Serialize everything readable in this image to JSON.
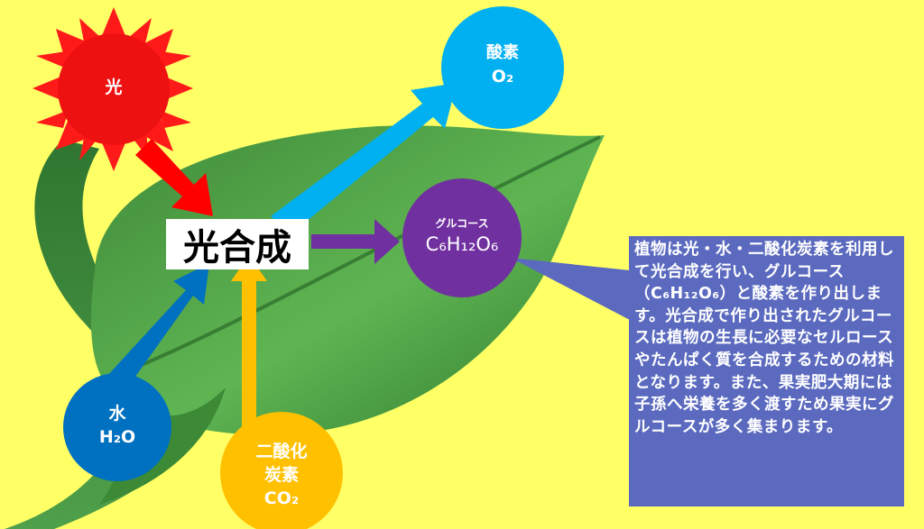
{
  "center": {
    "label": "光合成"
  },
  "sun": {
    "label": "光",
    "color": "#ee1111"
  },
  "oxygen": {
    "name": "酸素",
    "formula": "O₂",
    "color": "#00b0f0"
  },
  "glucose": {
    "name": "グルコース",
    "formula": "C₆H₁₂O₆",
    "color": "#7030a0"
  },
  "water": {
    "name": "水",
    "formula": "H₂O",
    "color": "#0070c0"
  },
  "co2": {
    "name_line1": "二酸化",
    "name_line2": "炭素",
    "formula": "CO₂",
    "color": "#ffc000"
  },
  "callout": {
    "text": "植物は光・水・二酸化炭素を利用して光合成を行い、グルコース（C₆H₁₂O₆）と酸素を作り出します。光合成で作り出されたグルコースは植物の生長に必要なセルロースやたんぱく質を合成するための材料となります。また、果実肥大期には子孫へ栄養を多く渡すため果実にグルコースが多く集まります。",
    "color": "#5b6abf"
  },
  "colors": {
    "background": "#ffff66",
    "leaf": "#4a9a3c",
    "leaf_light": "#66c055"
  }
}
